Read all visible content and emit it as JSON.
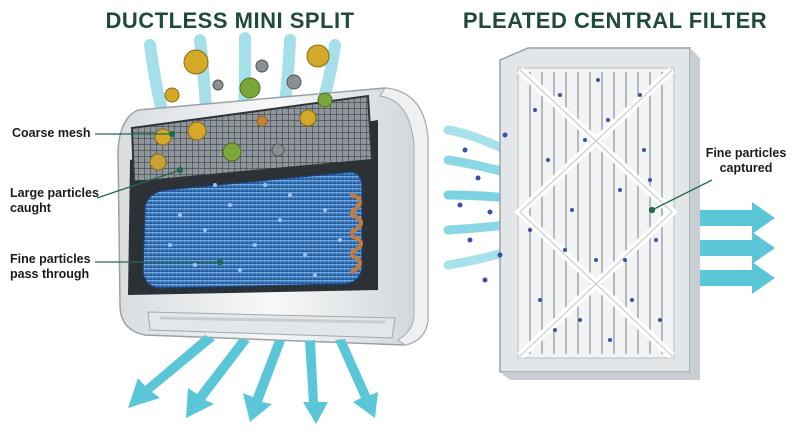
{
  "titles": {
    "left": "DUCTLESS MINI SPLIT",
    "right": "PLEATED CENTRAL FILTER"
  },
  "labels": {
    "coarse_mesh": "Coarse mesh",
    "large_particles_line1": "Large particles",
    "large_particles_line2": "caught",
    "fine_pass_line1": "Fine particles",
    "fine_pass_line2": "pass through",
    "fine_captured_line1": "Fine particles",
    "fine_captured_line2": "captured"
  },
  "colors": {
    "title": "#1f4a3c",
    "airflow": "#5bc6d8",
    "coil_blue": "#2f6fb8",
    "copper": "#c77a3a",
    "fine_particle": "#3a4fb0",
    "large_particle_yellow": "#d4a92a",
    "large_particle_green": "#7aa63a",
    "leader_line": "#1f6b4a"
  },
  "icons": {
    "large_particle": "spiky-particle-icon",
    "fine_particle": "dot-particle-icon",
    "airflow": "arrow-icon"
  }
}
